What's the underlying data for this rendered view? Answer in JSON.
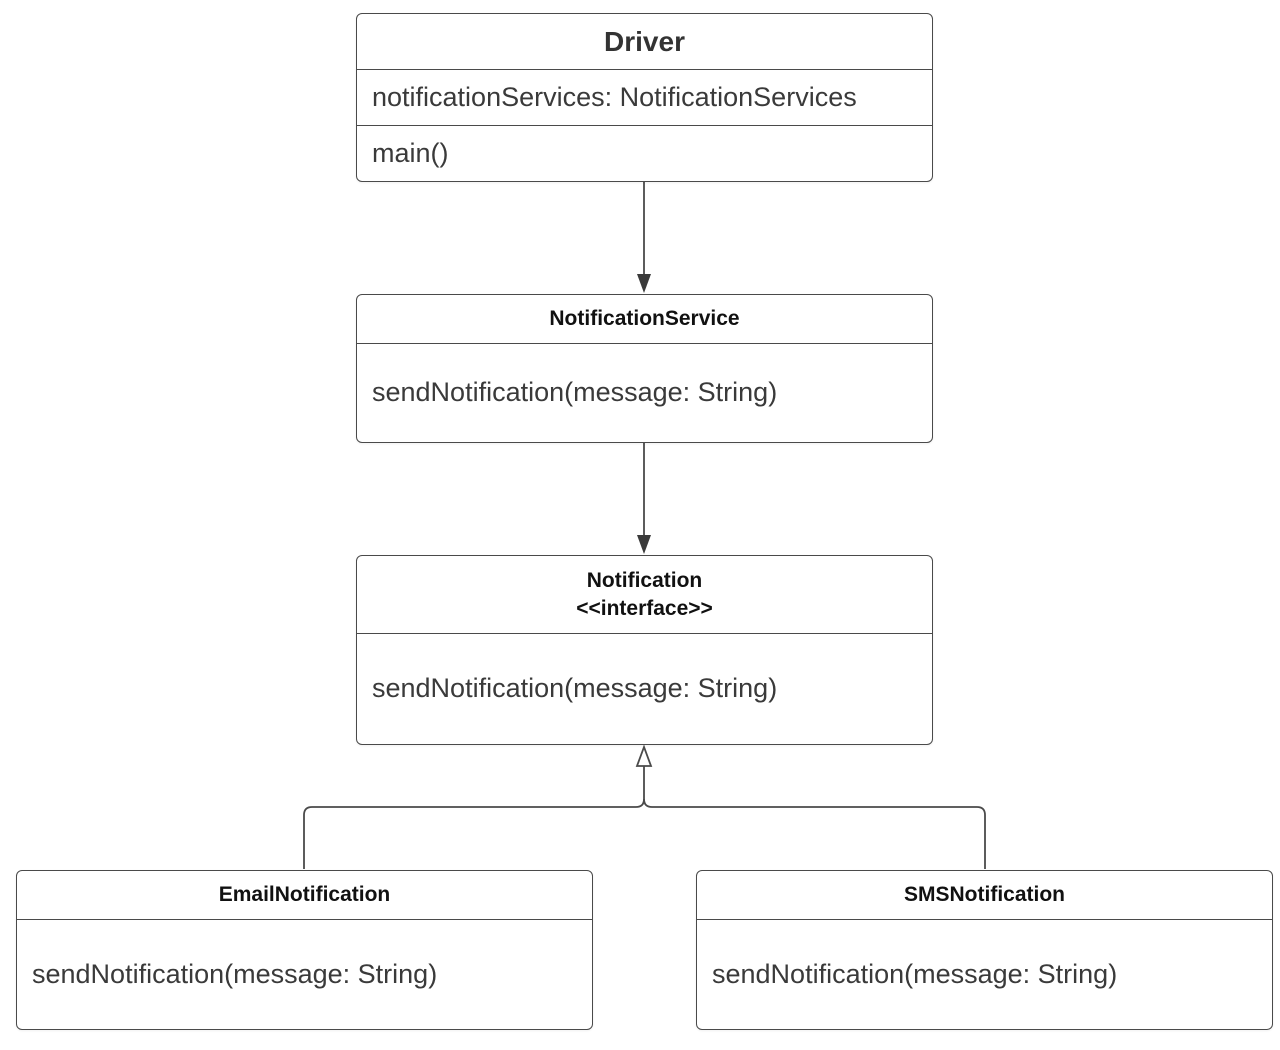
{
  "diagram": {
    "classes": {
      "driver": {
        "name": "Driver",
        "attributes": [
          "notificationServices: NotificationServices"
        ],
        "methods": [
          "main()"
        ]
      },
      "notification_service": {
        "name": "NotificationService",
        "methods": [
          "sendNotification(message: String)"
        ]
      },
      "notification": {
        "name": "Notification",
        "stereotype": "<<interface>>",
        "methods": [
          "sendNotification(message: String)"
        ]
      },
      "email_notification": {
        "name": "EmailNotification",
        "methods": [
          "sendNotification(message: String)"
        ]
      },
      "sms_notification": {
        "name": "SMSNotification",
        "methods": [
          "sendNotification(message: String)"
        ]
      }
    },
    "relationships": [
      {
        "from": "Driver",
        "to": "NotificationService",
        "type": "association"
      },
      {
        "from": "NotificationService",
        "to": "Notification",
        "type": "association"
      },
      {
        "from": "EmailNotification",
        "to": "Notification",
        "type": "realization"
      },
      {
        "from": "SMSNotification",
        "to": "Notification",
        "type": "realization"
      }
    ],
    "colors": {
      "line": "#4a4a4a",
      "background": "#ffffff"
    }
  }
}
